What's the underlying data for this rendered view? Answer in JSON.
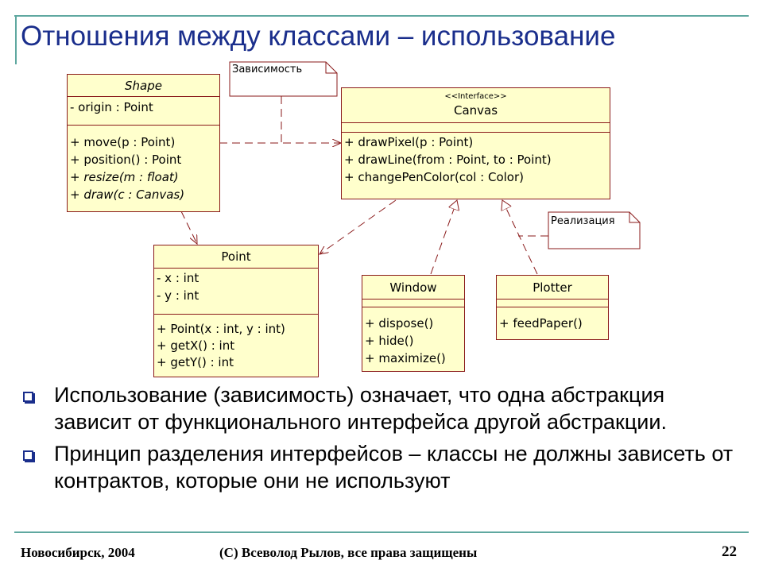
{
  "slide": {
    "title": "Отношения между классами – использование",
    "page_number": "22",
    "footer_left": "Новосибирск, 2004",
    "footer_center": "(C) Всеволод Рылов, все права защищены"
  },
  "diagram": {
    "shape": {
      "name": "Shape",
      "attributes": [
        "- origin : Point"
      ],
      "operations": [
        "+ move(p : Point)",
        "+ position() : Point",
        "+ resize(m : float)",
        "+ draw(c : Canvas)"
      ]
    },
    "canvas": {
      "stereotype": "<<Interface>>",
      "name": "Canvas",
      "operations": [
        "+ drawPixel(p : Point)",
        "+ drawLine(from : Point, to : Point)",
        "+ changePenColor(col : Color)"
      ]
    },
    "point": {
      "name": "Point",
      "attributes": [
        "- x : int",
        "- y : int"
      ],
      "operations": [
        "+ Point(x : int, y : int)",
        "+ getX() : int",
        "+ getY() : int"
      ]
    },
    "window": {
      "name": "Window",
      "operations": [
        "+ dispose()",
        "+ hide()",
        "+ maximize()"
      ]
    },
    "plotter": {
      "name": "Plotter",
      "operations": [
        "+ feedPaper()"
      ]
    },
    "notes": {
      "dependency": "Зависимость",
      "realization": "Реализация"
    }
  },
  "bullets": [
    "Использование (зависимость) означает, что одна абстракция зависит от функционального интерфейса другой абстракции.",
    "Принцип разделения интерфейсов – классы не должны зависеть от контрактов, которые они не используют"
  ],
  "colors": {
    "title": "#1a2e8c",
    "rule": "#5fa8a0",
    "class_fill": "#ffffcc",
    "class_border": "#8a1a1a"
  }
}
